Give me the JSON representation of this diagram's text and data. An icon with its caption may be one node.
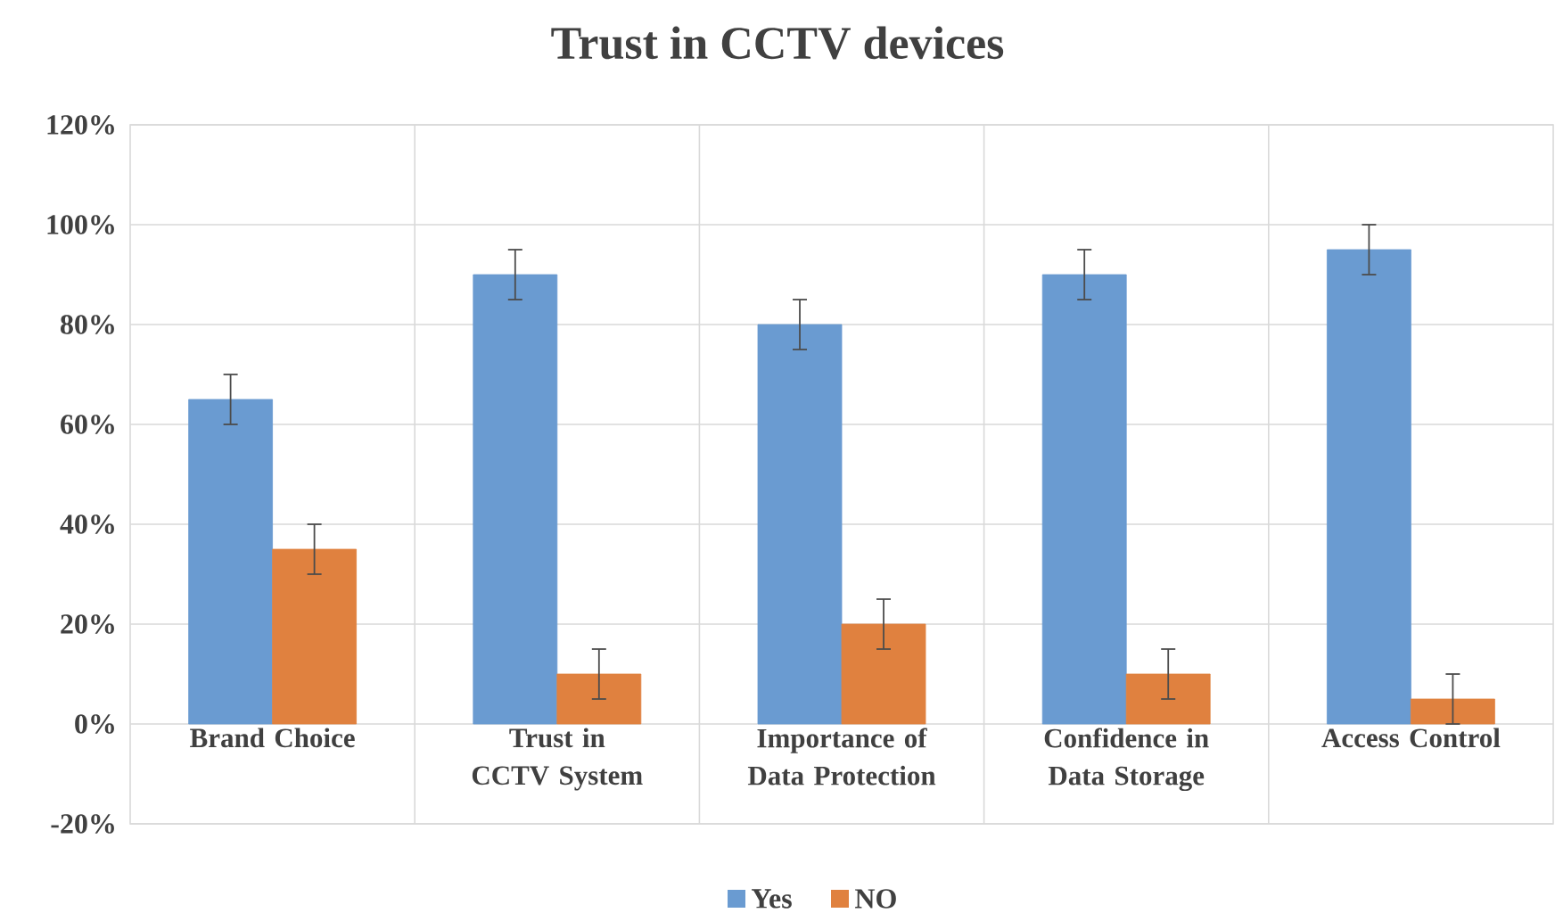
{
  "diagram": {
    "chart_data": {
      "type": "bar",
      "title": "Trust in CCTV devices",
      "categories": [
        "Brand Choice",
        "Trust in CCTV System",
        "Importance of Data Protection",
        "Confidence in Data Storage",
        "Access Control"
      ],
      "series": [
        {
          "name": "Yes",
          "color": "#6a9bd1",
          "values": [
            65,
            90,
            80,
            90,
            95
          ],
          "errors": [
            5,
            5,
            5,
            5,
            5
          ]
        },
        {
          "name": "NO",
          "color": "#e0813f",
          "values": [
            35,
            10,
            20,
            10,
            5
          ],
          "errors": [
            5,
            5,
            5,
            5,
            5
          ]
        }
      ],
      "ylim": [
        -20,
        120
      ],
      "yticks": [
        {
          "value": -20,
          "label": "-20%"
        },
        {
          "value": 0,
          "label": "0%"
        },
        {
          "value": 20,
          "label": "20%"
        },
        {
          "value": 40,
          "label": "40%"
        },
        {
          "value": 60,
          "label": "60%"
        },
        {
          "value": 80,
          "label": "80%"
        },
        {
          "value": 100,
          "label": "100%"
        },
        {
          "value": 120,
          "label": "120%"
        }
      ],
      "grid": true,
      "legend": true
    }
  }
}
